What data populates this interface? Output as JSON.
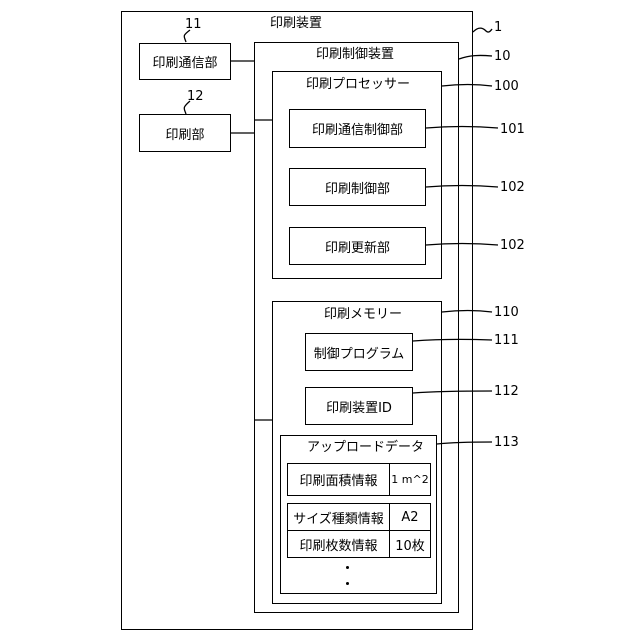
{
  "device": {
    "title": "印刷装置",
    "ref": "1"
  },
  "comm_unit": {
    "label": "印刷通信部",
    "ref": "11"
  },
  "print_unit": {
    "label": "印刷部",
    "ref": "12"
  },
  "controller": {
    "title": "印刷制御装置",
    "ref": "10"
  },
  "processor": {
    "title": "印刷プロセッサー",
    "ref": "100",
    "items": [
      {
        "label": "印刷通信制御部",
        "ref": "101"
      },
      {
        "label": "印刷制御部",
        "ref": "102"
      },
      {
        "label": "印刷更新部",
        "ref": "102"
      }
    ]
  },
  "memory": {
    "title": "印刷メモリー",
    "ref": "110",
    "items": [
      {
        "label": "制御プログラム",
        "ref": "111"
      },
      {
        "label": "印刷装置ID",
        "ref": "112"
      }
    ]
  },
  "upload": {
    "title": "アップロードデータ",
    "ref": "113",
    "rows": [
      {
        "label": "印刷面積情報",
        "value": "1 m^2"
      },
      {
        "label": "サイズ種類情報",
        "value": "A2"
      },
      {
        "label": "印刷枚数情報",
        "value": "10枚"
      }
    ]
  }
}
